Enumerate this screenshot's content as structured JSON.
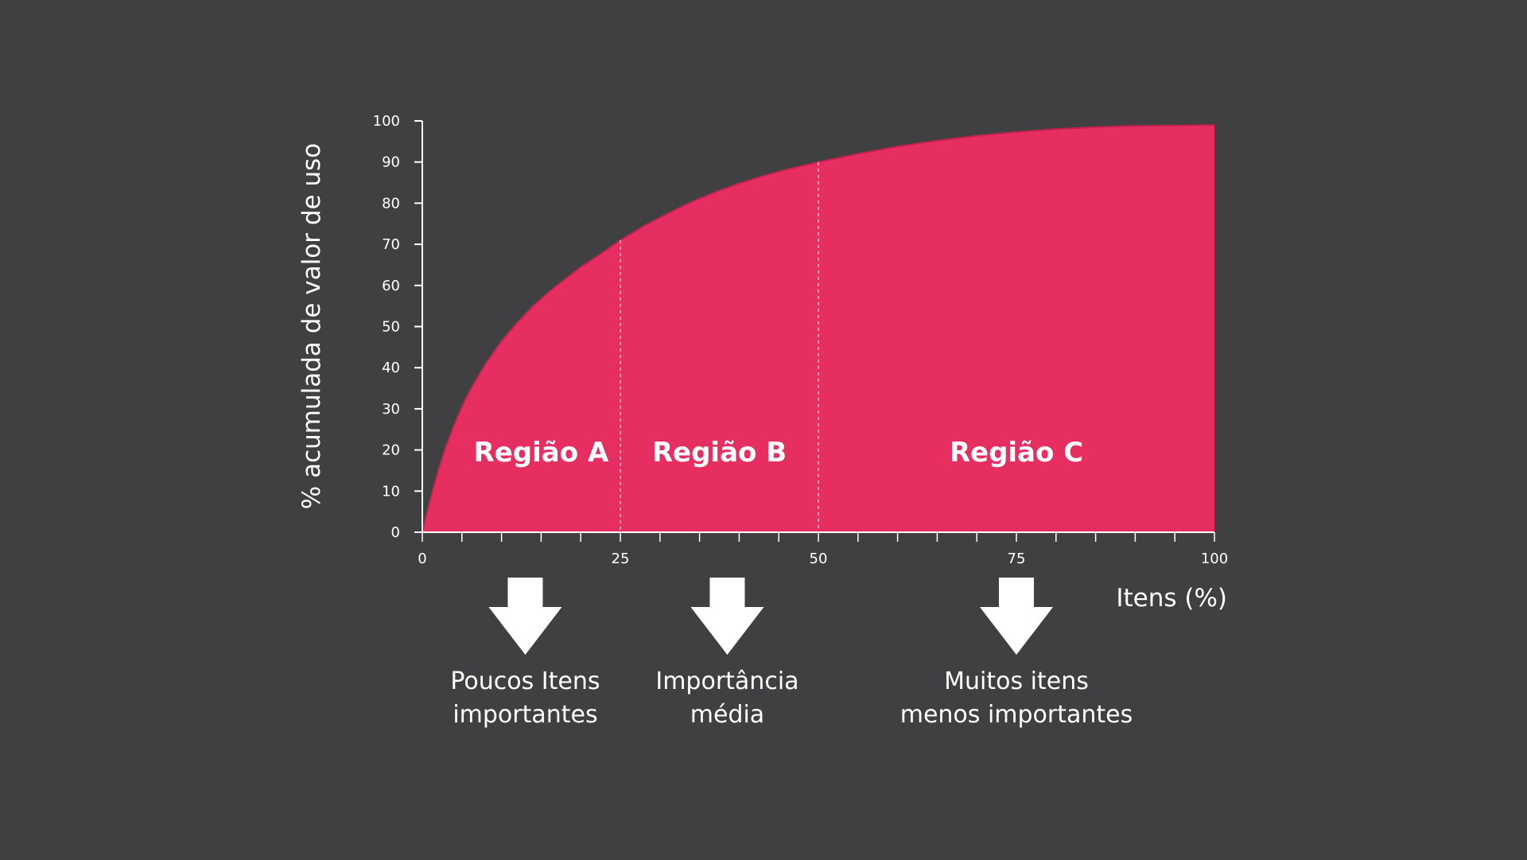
{
  "colors": {
    "background": "#404042",
    "area_fill": "#e62e61",
    "curve_stroke": "#c42050",
    "axis": "#ffffff",
    "text": "#ffffff"
  },
  "chart_data": {
    "type": "area",
    "xlabel": "Itens (%)",
    "ylabel": "% acumulada de valor de uso",
    "xlim": [
      0,
      100
    ],
    "ylim": [
      0,
      100
    ],
    "x_ticks": [
      0,
      25,
      50,
      75,
      100
    ],
    "y_ticks": [
      0,
      10,
      20,
      30,
      40,
      50,
      60,
      70,
      80,
      90,
      100
    ],
    "x_minor_step": 5,
    "grid": false,
    "series": [
      {
        "x": [
          0,
          1,
          2,
          3,
          4,
          5,
          6,
          8,
          10,
          12,
          14,
          16,
          18,
          20,
          22,
          25,
          28,
          31,
          34,
          37,
          40,
          43,
          46,
          50,
          55,
          60,
          65,
          70,
          75,
          80,
          85,
          90,
          95,
          100
        ],
        "y": [
          0,
          8,
          15,
          21,
          26,
          30.5,
          34.5,
          41,
          46.5,
          51,
          55,
          58.5,
          61.5,
          64.5,
          67,
          71,
          74.5,
          77.5,
          80.3,
          82.7,
          84.8,
          86.6,
          88.2,
          90,
          92,
          93.8,
          95.2,
          96.4,
          97.3,
          98,
          98.5,
          98.8,
          98.9,
          99
        ]
      }
    ],
    "dividers": [
      25,
      50
    ],
    "regions": [
      {
        "label": "Região A",
        "x": 15
      },
      {
        "label": "Região B",
        "x": 37.5
      },
      {
        "label": "Região C",
        "x": 75
      }
    ]
  },
  "annotations": [
    {
      "x": 13,
      "lines": [
        "Poucos Itens",
        "importantes"
      ]
    },
    {
      "x": 38.5,
      "lines": [
        "Importância",
        "média"
      ]
    },
    {
      "x": 75,
      "lines": [
        "Muitos itens",
        "menos importantes"
      ]
    }
  ]
}
